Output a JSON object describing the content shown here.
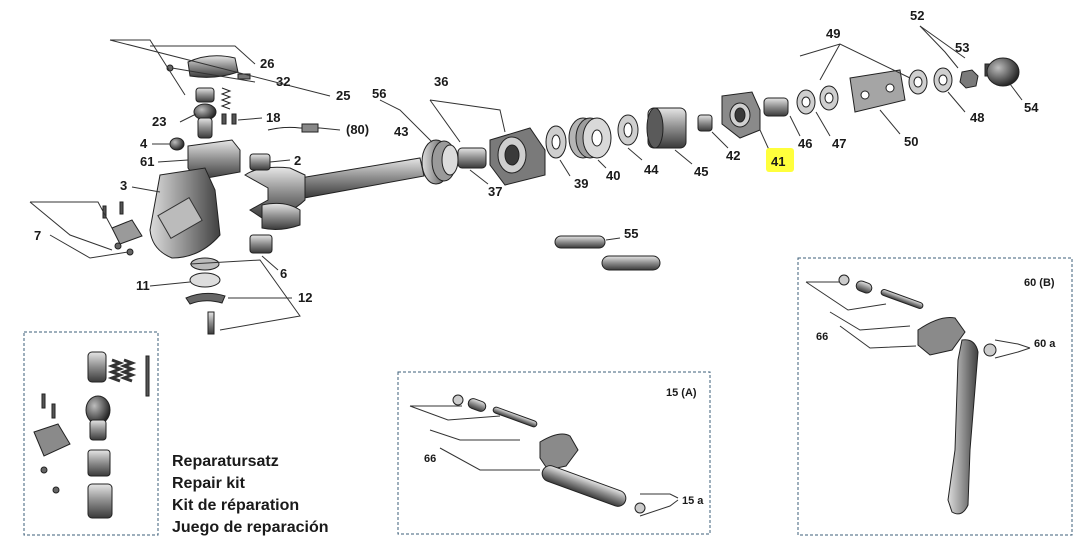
{
  "callouts": {
    "c52": "52",
    "c53": "53",
    "c49": "49",
    "c54": "54",
    "c48": "48",
    "c50": "50",
    "c46": "46",
    "c47": "47",
    "c41": "41",
    "c42": "42",
    "c36": "36",
    "c56": "56",
    "c43": "43",
    "c37": "37",
    "c39": "39",
    "c40": "40",
    "c44": "44",
    "c45": "45",
    "c55": "55",
    "c26": "26",
    "c32": "32",
    "c25": "25",
    "c23": "23",
    "c18": "18",
    "c80": "(80)",
    "c4": "4",
    "c61": "61",
    "c2": "2",
    "c3": "3",
    "c7": "7",
    "c6": "6",
    "c11": "11",
    "c12": "12",
    "c60b": "60 (B)",
    "c66a": "66",
    "c60a": "60 a",
    "c15a_title": "15 (A)",
    "c66b": "66",
    "c15a": "15 a"
  },
  "highlight": {
    "part": "41",
    "color": "#ffff3c"
  },
  "kit": {
    "de": "Reparatursatz",
    "en": "Repair kit",
    "fr": "Kit de réparation",
    "es": "Juego de reparación"
  },
  "colors": {
    "ink": "#1a1a1a",
    "part_dark": "#3a3a3a",
    "part_mid": "#8a8a8a",
    "part_light": "#d0d0d0",
    "box_border": "#3d5f7a"
  }
}
